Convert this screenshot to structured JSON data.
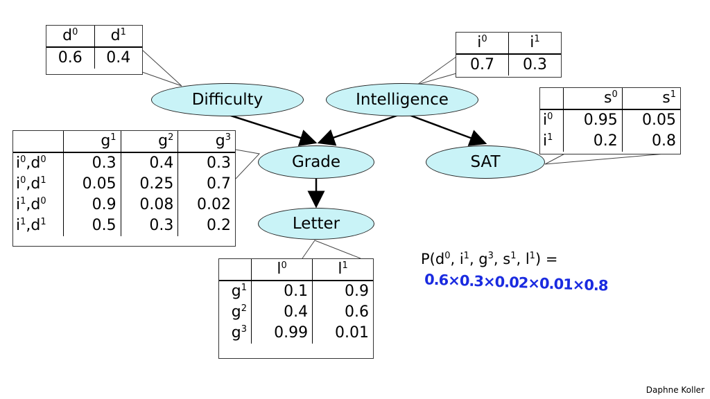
{
  "nodes": {
    "difficulty": "Difficulty",
    "intelligence": "Intelligence",
    "grade": "Grade",
    "sat": "SAT",
    "letter": "Letter"
  },
  "cpt_difficulty": {
    "headers": [
      "d",
      "d"
    ],
    "header_sups": [
      "0",
      "1"
    ],
    "values": [
      "0.6",
      "0.4"
    ]
  },
  "cpt_intelligence": {
    "headers": [
      "i",
      "i"
    ],
    "header_sups": [
      "0",
      "1"
    ],
    "values": [
      "0.7",
      "0.3"
    ]
  },
  "cpt_sat": {
    "columns": [
      "s",
      "s"
    ],
    "column_sups": [
      "0",
      "1"
    ],
    "rows": [
      {
        "label": "i",
        "sup": "0",
        "values": [
          "0.95",
          "0.05"
        ]
      },
      {
        "label": "i",
        "sup": "1",
        "values": [
          "0.2",
          "0.8"
        ]
      }
    ]
  },
  "cpt_grade": {
    "columns": [
      "g",
      "g",
      "g"
    ],
    "column_sups": [
      "1",
      "2",
      "3"
    ],
    "rows": [
      {
        "a": "i",
        "a_sup": "0",
        "b": "d",
        "b_sup": "0",
        "values": [
          "0.3",
          "0.4",
          "0.3"
        ]
      },
      {
        "a": "i",
        "a_sup": "0",
        "b": "d",
        "b_sup": "1",
        "values": [
          "0.05",
          "0.25",
          "0.7"
        ]
      },
      {
        "a": "i",
        "a_sup": "1",
        "b": "d",
        "b_sup": "0",
        "values": [
          "0.9",
          "0.08",
          "0.02"
        ]
      },
      {
        "a": "i",
        "a_sup": "1",
        "b": "d",
        "b_sup": "1",
        "values": [
          "0.5",
          "0.3",
          "0.2"
        ]
      }
    ]
  },
  "cpt_letter": {
    "columns": [
      "l",
      "l"
    ],
    "column_sups": [
      "0",
      "1"
    ],
    "rows": [
      {
        "label": "g",
        "sup": "1",
        "values": [
          "0.1",
          "0.9"
        ]
      },
      {
        "label": "g",
        "sup": "2",
        "values": [
          "0.4",
          "0.6"
        ]
      },
      {
        "label": "g",
        "sup": "3",
        "values": [
          "0.99",
          "0.01"
        ]
      }
    ]
  },
  "formula": {
    "prefix": "P(d",
    "parts": [
      {
        "sup": "0",
        "text": ", i"
      },
      {
        "sup": "1",
        "text": ", g"
      },
      {
        "sup": "3",
        "text": ", s"
      },
      {
        "sup": "1",
        "text": ", l"
      },
      {
        "sup": "1",
        "text": ") ="
      }
    ]
  },
  "handwritten_product": "0.6×0.3×0.02×0.01×0.8",
  "author": "Daphne Koller",
  "colors": {
    "node_fill": "#c9f3f7",
    "handwriting": "#1a2be0"
  }
}
